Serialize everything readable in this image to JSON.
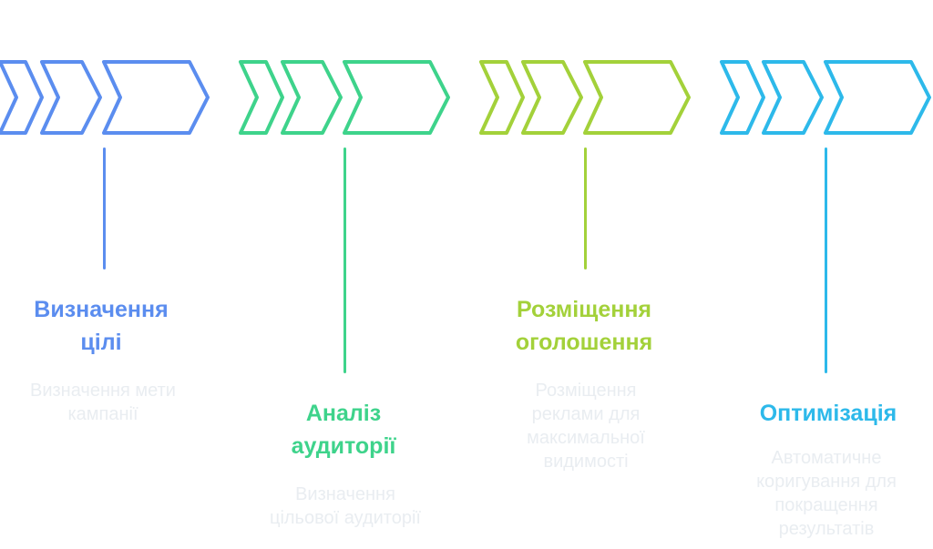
{
  "steps": [
    {
      "title_line1": "Визначення",
      "title_line2": "цілі",
      "description_lines": [
        "Визначення мети",
        "кампанії"
      ],
      "color": "#5b8def"
    },
    {
      "title_line1": "Аналіз",
      "title_line2": "аудиторії",
      "description_lines": [
        "Визначення",
        "цільової аудиторії"
      ],
      "color": "#3ed38b"
    },
    {
      "title_line1": "Розміщення",
      "title_line2": "оголошення",
      "description_lines": [
        "Розміщення",
        "реклами для",
        "максимальної",
        "видимості"
      ],
      "color": "#a3d13a"
    },
    {
      "title_line1": "Оптимізація",
      "title_line2": "",
      "description_lines": [
        "Автоматичне",
        "коригування для",
        "покращення",
        "результатів"
      ],
      "color": "#2db9ea"
    }
  ]
}
